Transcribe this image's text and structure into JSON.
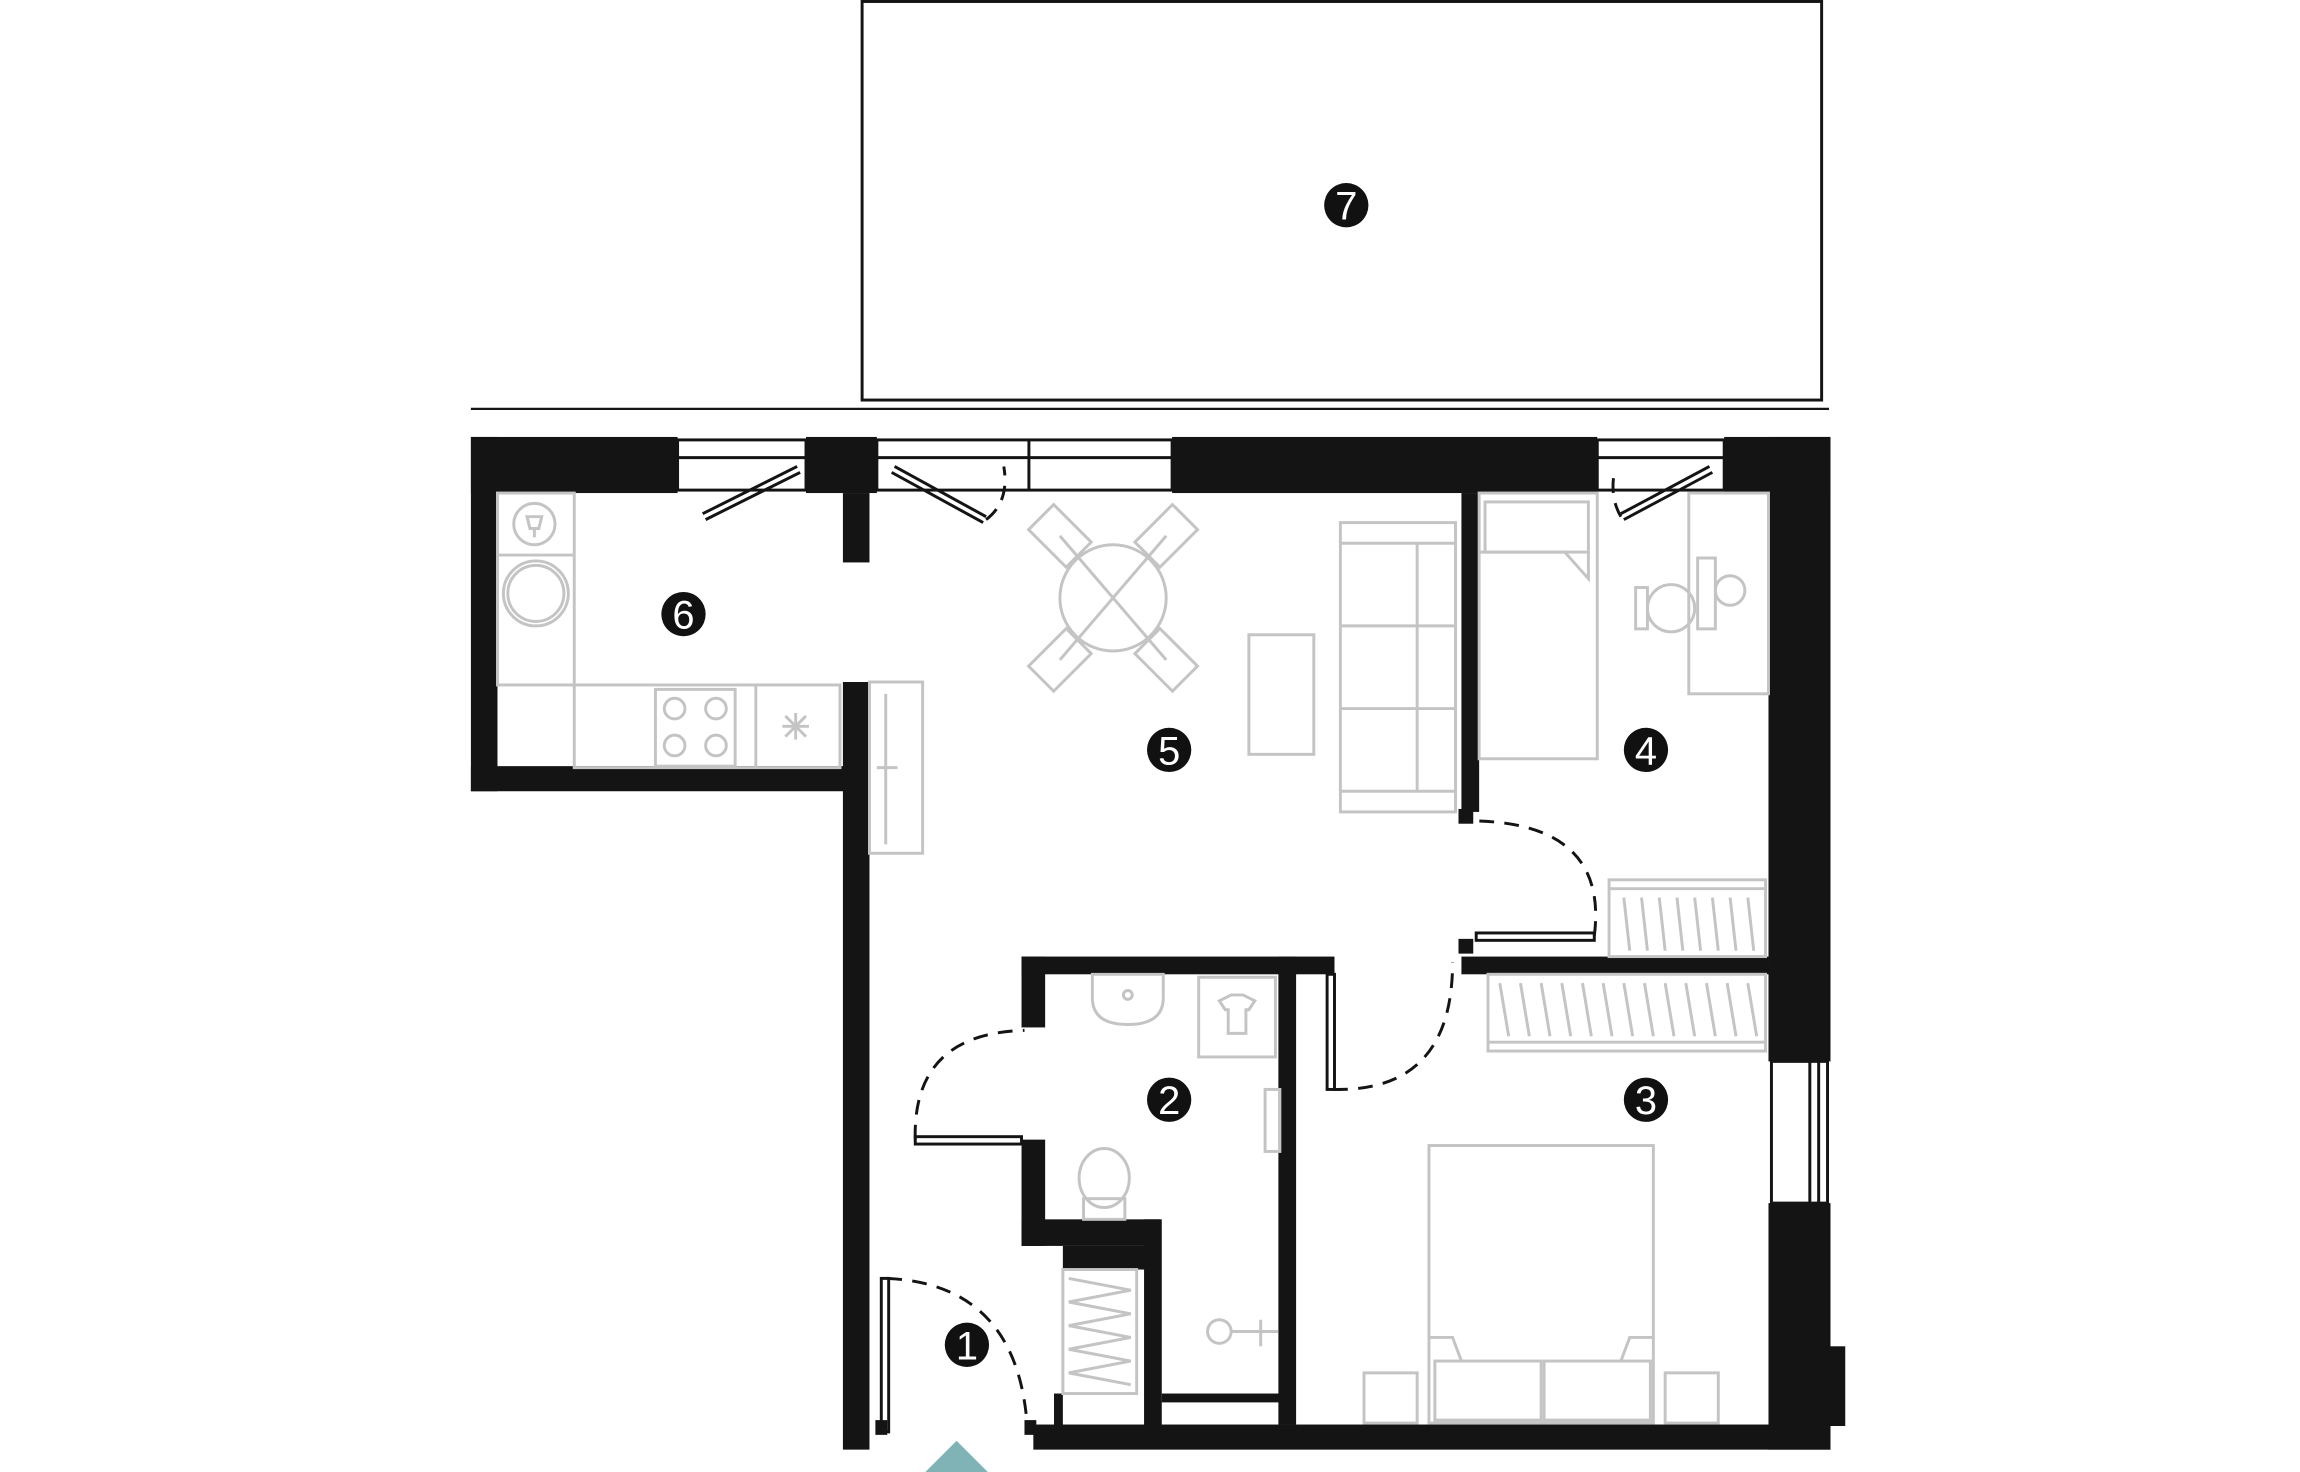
{
  "plan": {
    "rooms": [
      {
        "id": "1",
        "label": "1"
      },
      {
        "id": "2",
        "label": "2"
      },
      {
        "id": "3",
        "label": "3"
      },
      {
        "id": "4",
        "label": "4"
      },
      {
        "id": "5",
        "label": "5"
      },
      {
        "id": "6",
        "label": "6"
      },
      {
        "id": "7",
        "label": "7"
      }
    ],
    "entrance_color": "#7FB3B6",
    "wall_color": "#141414",
    "furniture_color": "#C4C4C4",
    "marker_color": "#111111"
  }
}
